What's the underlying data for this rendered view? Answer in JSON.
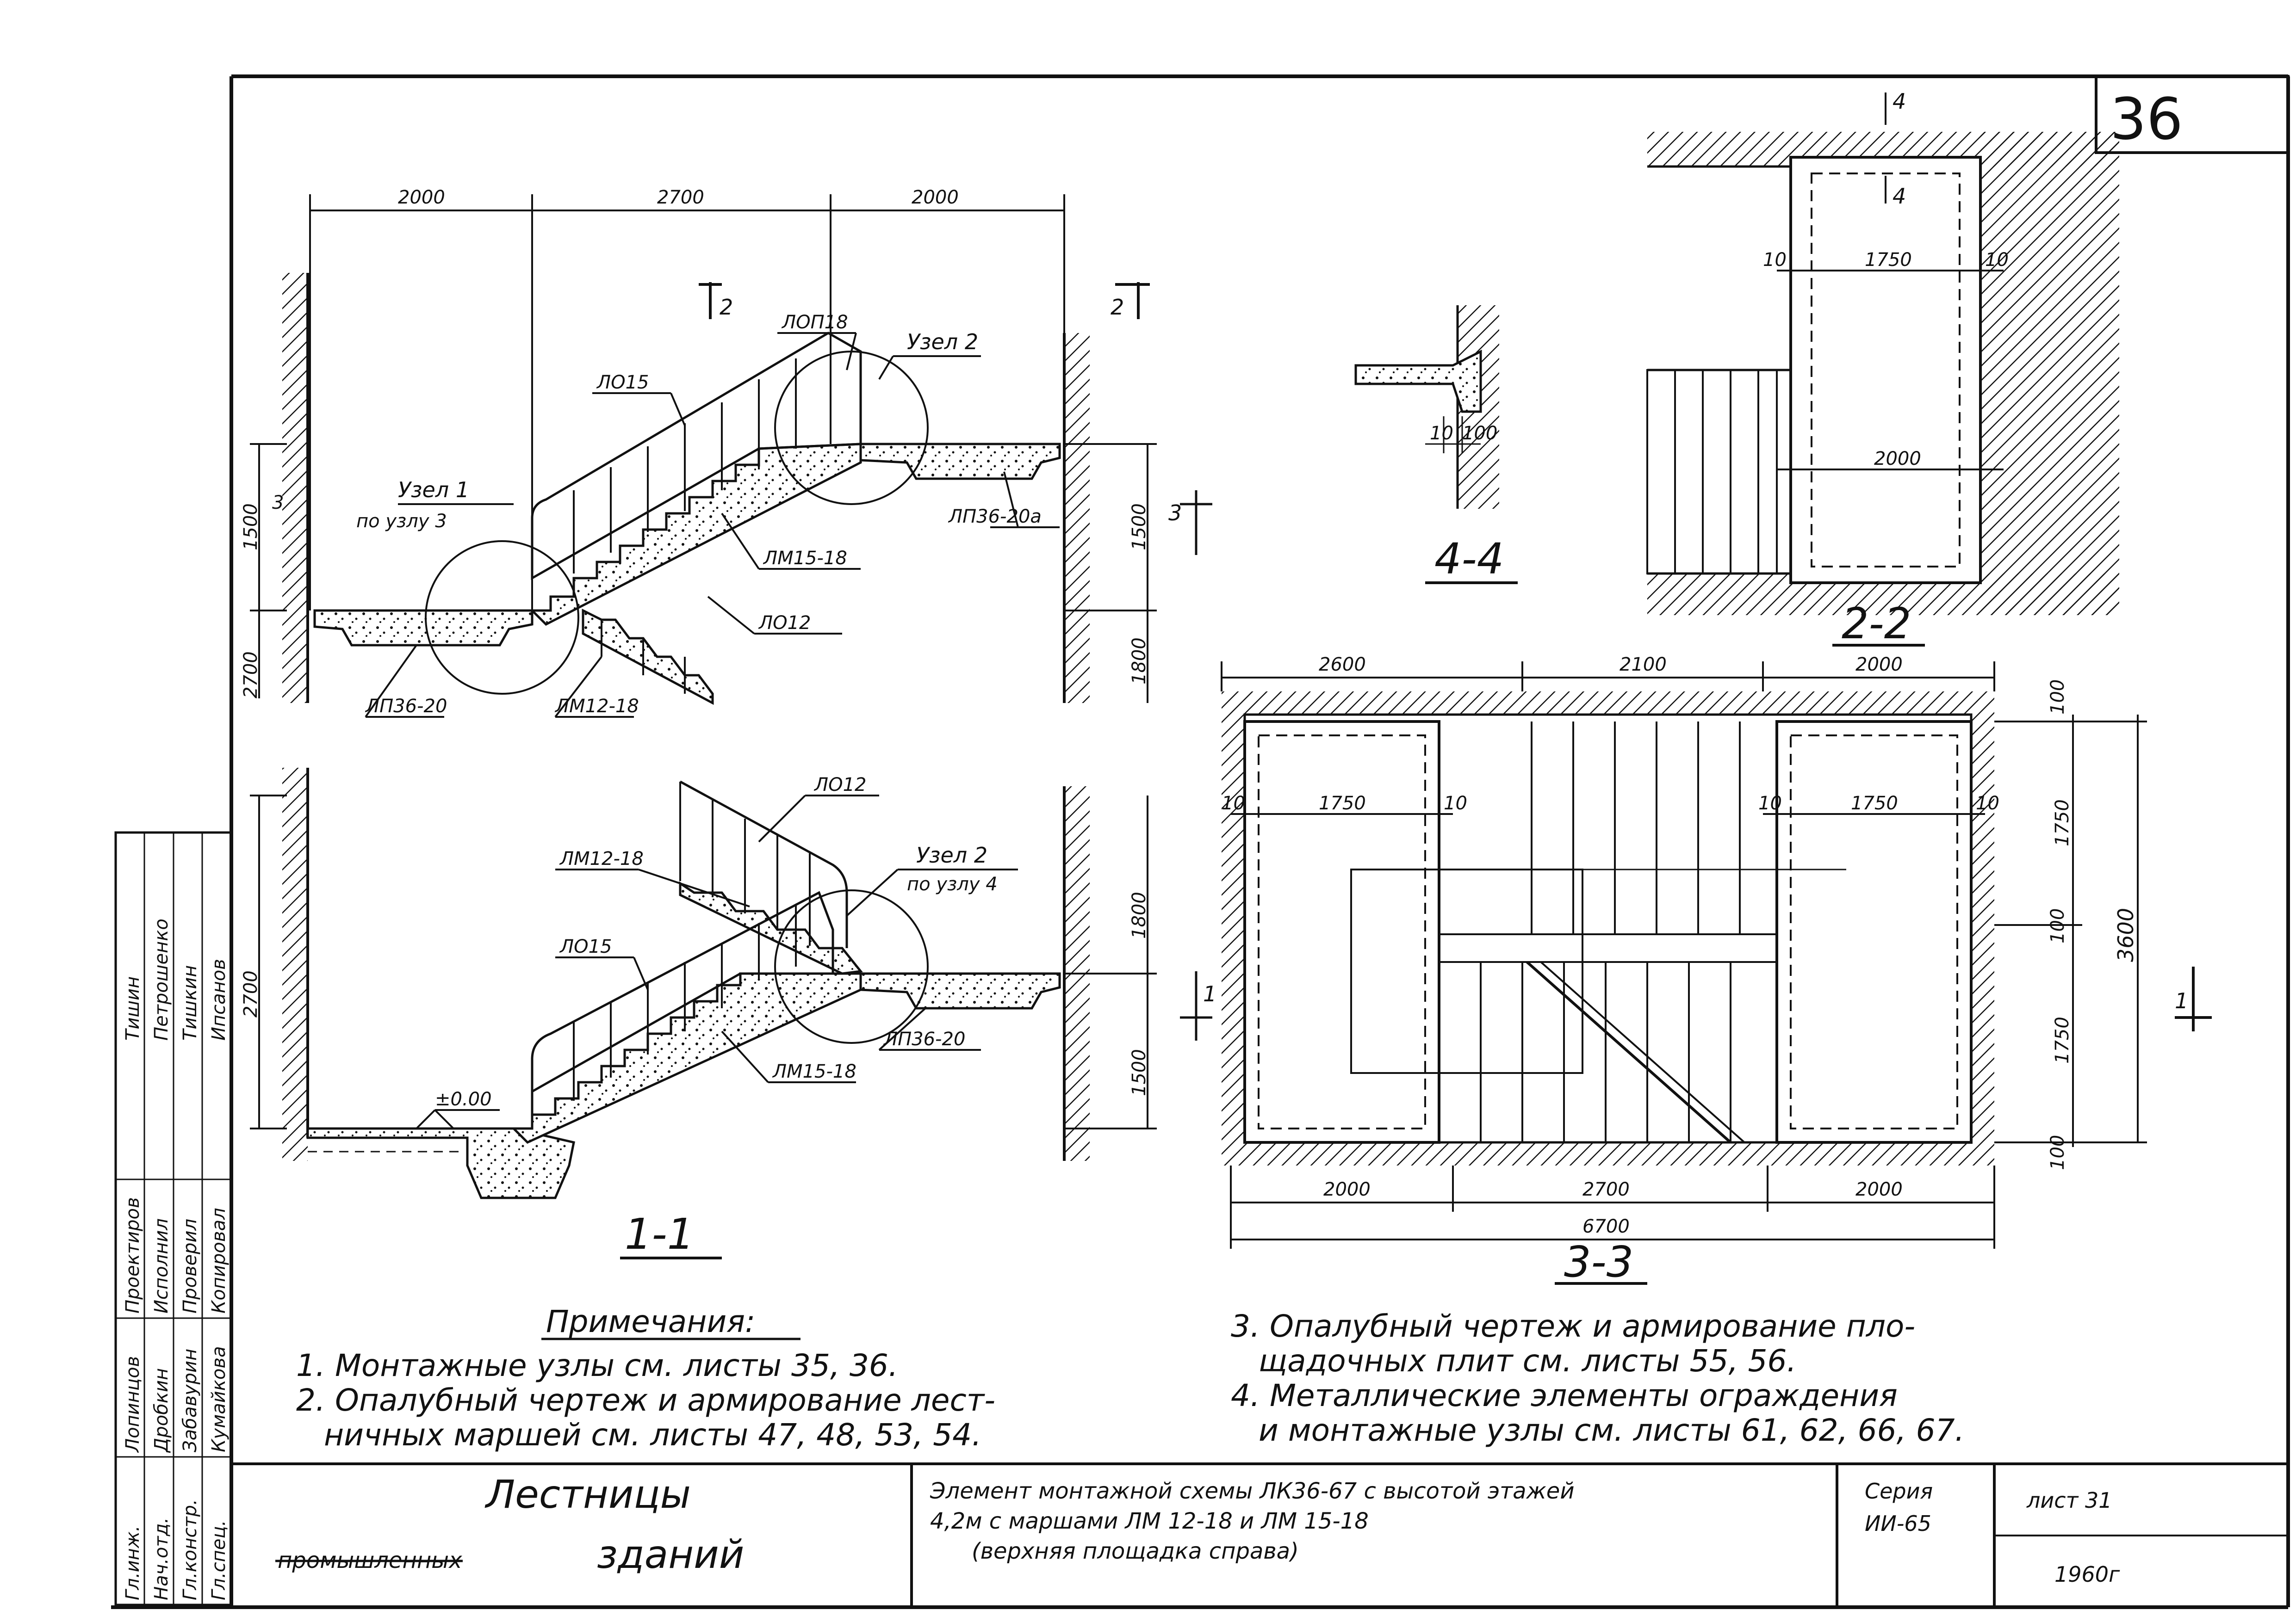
{
  "sheet": {
    "number": "36",
    "title_line1": "Лестницы",
    "title_line2_struck": "промышленных",
    "title_line2": "зданий",
    "description_line1": "Элемент монтажной схемы ЛК36-67 с высотой этажей",
    "description_line2": "4,2м с маршами ЛМ 12-18 и ЛМ 15-18",
    "description_line3": "(верхняя площадка справа)",
    "series_label": "Серия",
    "series_value": "ИИ-65",
    "list_label": "лист 31",
    "year": "1960г"
  },
  "notes": {
    "heading": "Примечания:",
    "n1": "1. Монтажные узлы см. листы  35, 36.",
    "n2_a": "2. Опалубный чертеж и армирование лест-",
    "n2_b": "ничных маршей см. листы  47, 48, 53, 54.",
    "n3_a": "3. Опалубный чертеж и армирование пло-",
    "n3_b": "щадочных плит см. листы  55, 56.",
    "n4_a": "4. Металлические элементы ограждения",
    "n4_b": "и монтажные узлы см. листы  61, 62, 66, 67."
  },
  "section_1_1": {
    "title": "1-1",
    "top_dims": [
      "2000",
      "2700",
      "2000"
    ],
    "vert_left": "2700",
    "vert_right": [
      "1800",
      "1500"
    ],
    "level": "±0.00",
    "labels": {
      "lo12": "ЛО12",
      "lm12": "ЛМ12-18",
      "uzel2": "Узел 2",
      "uzel2_sub": "по узлу 4",
      "lo15": "ЛО15",
      "lp36": "ЛП36-20",
      "lm15": "ЛМ15-18",
      "cut1": "1"
    }
  },
  "section_top": {
    "top_dims": [
      "2000",
      "2700",
      "2000"
    ],
    "vert_left": [
      "1500",
      "2700"
    ],
    "vert_right": [
      "1500",
      "1800"
    ],
    "labels": {
      "cut2a": "2",
      "cut2b": "2",
      "lop18": "ЛОП18",
      "uzel2": "Узел 2",
      "lo15": "ЛО15",
      "uzel1": "Узел 1",
      "uzel1_sub": "по узлу 3",
      "lp36b": "ЛП36-20а",
      "cut3": "3",
      "cut3b": "3",
      "lm15": "ЛМ15-18",
      "lo12": "ЛО12",
      "lp36": "ЛП36-20",
      "lm12": "ЛМ12-18"
    }
  },
  "section_4_4": {
    "title": "4-4",
    "dims": [
      "10",
      "100"
    ]
  },
  "section_2_2": {
    "title": "2-2",
    "cut": "4",
    "cut_b": "4",
    "dims": [
      "10",
      "1750",
      "10",
      "2000"
    ]
  },
  "plan_3_3": {
    "title": "3-3",
    "top_dims": [
      "2600",
      "2100",
      "2000"
    ],
    "bottom_dims": [
      "2000",
      "2700",
      "2000"
    ],
    "overall": "6700",
    "inner": [
      "10",
      "1750",
      "10",
      "10",
      "1750",
      "10"
    ],
    "right_dims": [
      "100",
      "1750",
      "100",
      "1750",
      "100"
    ],
    "overall_vert": "3600",
    "cut": "1"
  },
  "stamp": {
    "rows": [
      [
        "Гл.инж.",
        "Лопинцов",
        "Проектиров"
      ],
      [
        "Нач.отд.",
        "Дробкин",
        "Исполнил"
      ],
      [
        "Гл.констр.",
        "Забавурин",
        "Проверил"
      ],
      [
        "Гл.спец.",
        "Кумайкова",
        "Копировал"
      ]
    ],
    "right": [
      "Тишин",
      "Петрошенко",
      "Тишкин",
      "Ипсанов"
    ]
  }
}
